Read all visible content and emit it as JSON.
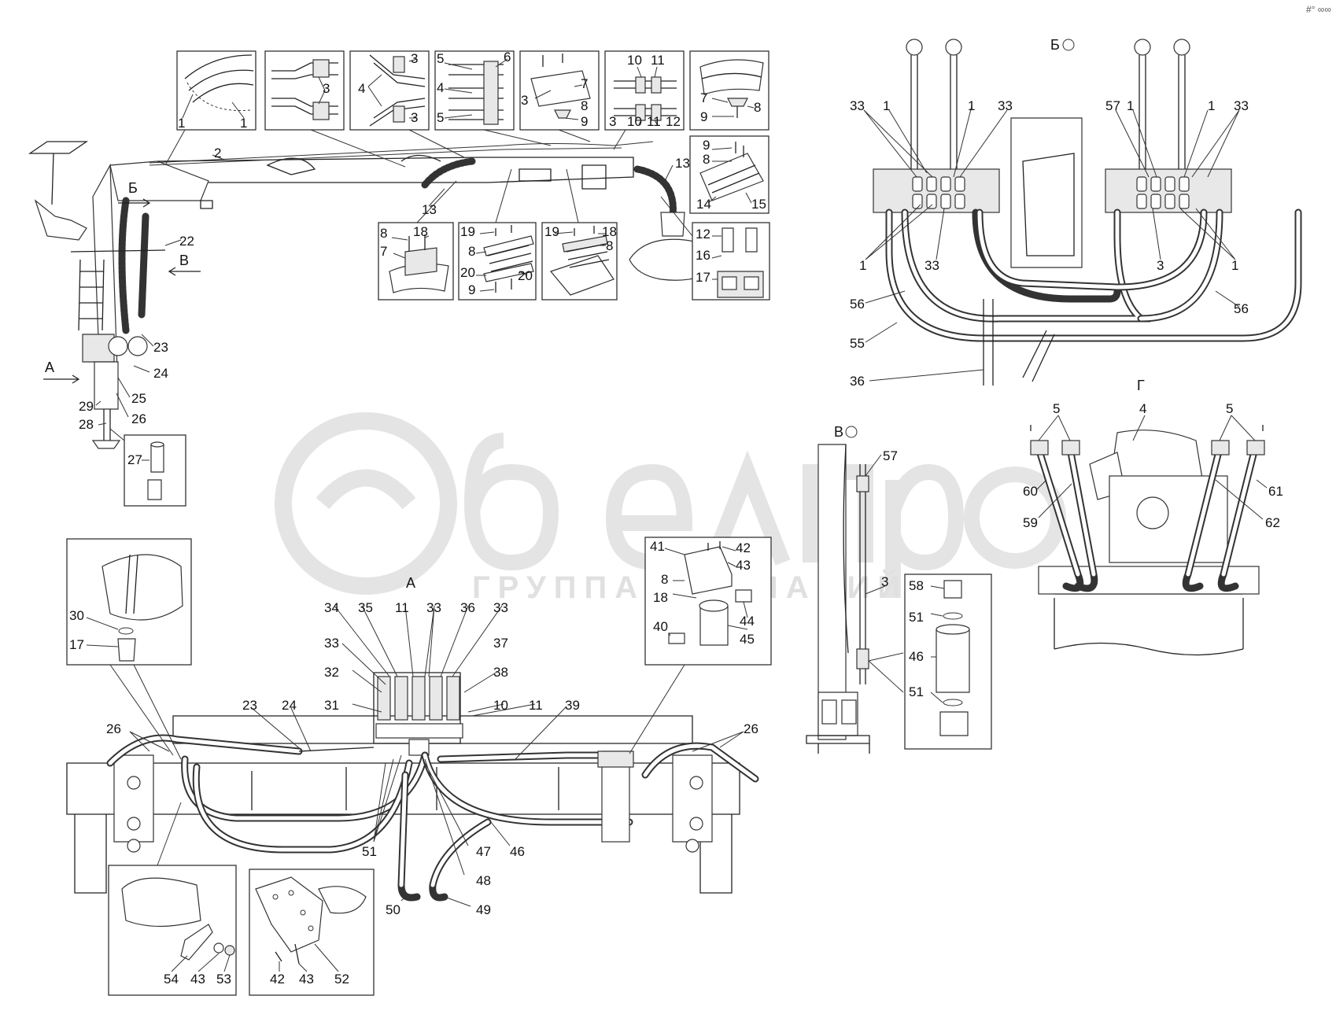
{
  "corner_mark": "#° ∞∞",
  "watermark": {
    "brand": "белагро",
    "subtitle": "ГРУППА КОМПАНИЙ"
  },
  "view_labels": {
    "view_b": "Б",
    "view_v_main": "В",
    "view_a_main": "А",
    "view_b_title": "Б",
    "view_g_title": "Г",
    "view_v_title": "В",
    "view_a_title": "А"
  },
  "callouts": {
    "c1a": "1",
    "c1b": "1",
    "c2": "2",
    "c3a": "3",
    "c3b": "3",
    "c4": "4",
    "c3c": "3",
    "c5a": "5",
    "c6": "6",
    "c4b": "4",
    "c5b": "5",
    "c3d": "3",
    "c7a": "7",
    "c8a": "8",
    "c9a": "9",
    "c10a": "10",
    "c11a": "11",
    "c3e": "3",
    "c10b": "10",
    "c11b": "11",
    "c12a": "12",
    "c7b": "7",
    "c8b": "8",
    "c9b": "9",
    "c13a": "13",
    "c13b": "13",
    "c9c": "9",
    "c8c": "8",
    "c14": "14",
    "c15": "15",
    "c22": "22",
    "c23": "23",
    "c24": "24",
    "c25": "25",
    "c26a": "26",
    "c28": "28",
    "c29": "29",
    "c27": "27",
    "c8d": "8",
    "c18a": "18",
    "c7c": "7",
    "c19a": "19",
    "c8e": "8",
    "c20a": "20",
    "c20b": "20",
    "c9d": "9",
    "c19b": "19",
    "c18b": "18",
    "c8f": "8",
    "c12b": "12",
    "c16": "16",
    "c17a": "17",
    "b33a": "33",
    "b1a": "1",
    "b1b": "1",
    "b33b": "33",
    "b57": "57",
    "b1c": "1",
    "b1d": "1",
    "b33c": "33",
    "b1e": "1",
    "b33d": "33",
    "b3": "3",
    "b1f": "1",
    "b56a": "56",
    "b55": "55",
    "b36": "36",
    "b56b": "56",
    "g5a": "5",
    "g4": "4",
    "g5b": "5",
    "g60": "60",
    "g59": "59",
    "g61": "61",
    "g62": "62",
    "v57": "57",
    "v3": "3",
    "v58": "58",
    "v51a": "51",
    "v46": "46",
    "v51b": "51",
    "a30": "30",
    "a17": "17",
    "a41": "41",
    "a42": "42",
    "a43": "43",
    "a8": "8",
    "a18": "18",
    "a44": "44",
    "a40": "40",
    "a45": "45",
    "a34": "34",
    "a35": "35",
    "a11a": "11",
    "a33a": "33",
    "a36": "36",
    "a33b": "33",
    "a33c": "33",
    "a37": "37",
    "a32": "32",
    "a38": "38",
    "a31": "31",
    "a10": "10",
    "a11b": "11",
    "a23": "23",
    "a24": "24",
    "a39": "39",
    "a26a": "26",
    "a26b": "26",
    "a51": "51",
    "a47": "47",
    "a46": "46",
    "a48": "48",
    "a50": "50",
    "a49": "49",
    "a54": "54",
    "a43b": "43",
    "a53": "53",
    "a42b": "42",
    "a43c": "43",
    "a52": "52"
  }
}
